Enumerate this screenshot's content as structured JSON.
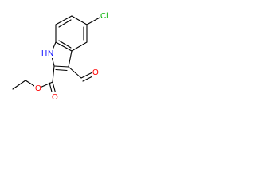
{
  "structure": {
    "atom_labels": {
      "chlorine": "Cl",
      "indole_nitrogen": "H N",
      "aldehyde_oxygen": "O",
      "ester_carbonyl_oxygen": "O",
      "ester_ether_oxygen": "O"
    },
    "colors": {
      "bond": "#000000",
      "chlorine": "#00b000",
      "nitrogen": "#0000ff",
      "oxygen": "#ff0000"
    }
  }
}
